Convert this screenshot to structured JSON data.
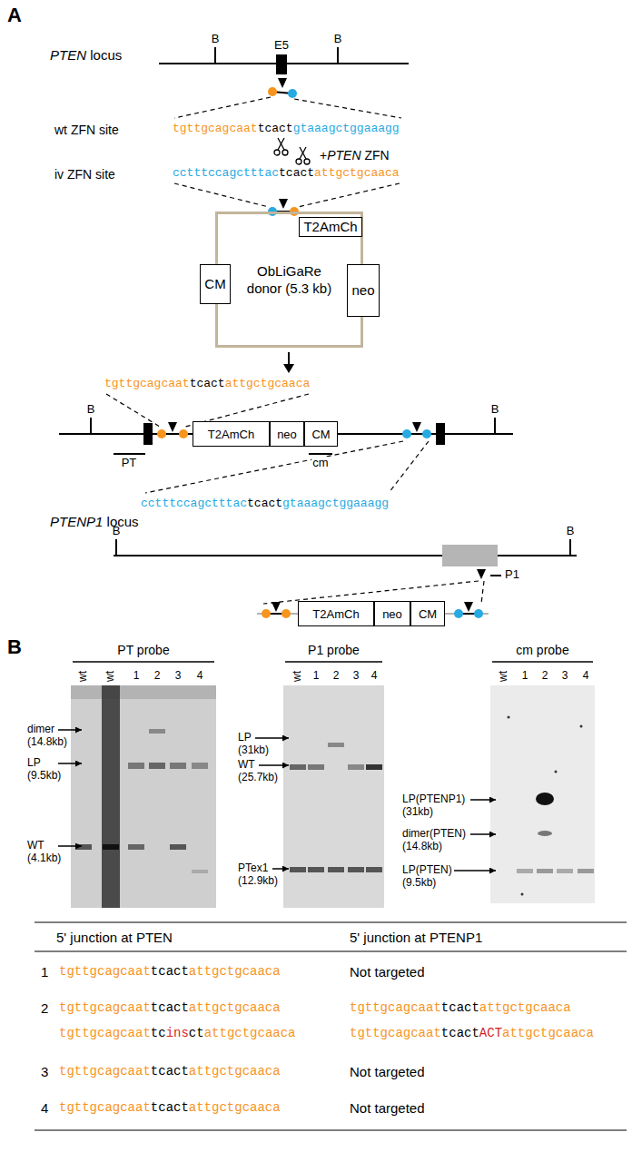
{
  "diagram": {
    "nodes": [
      {
        "text": [
          "E5"
        ]
      },
      {
        "text": [
          "ObLiGaRe donor (5.3 kb)"
        ]
      },
      {
        "text": [
          "T2AmCh"
        ],
        "in": 1
      },
      {
        "text": [
          "CM"
        ],
        "in": 1
      },
      {
        "text": [
          "neo"
        ],
        "in": 1
      },
      {
        "text": [
          "T2AmCh"
        ]
      },
      {
        "text": [
          "neo"
        ]
      },
      {
        "text": [
          "CM"
        ]
      },
      {
        "text": [
          "T2AmCh"
        ]
      },
      {
        "text": [
          "neo"
        ]
      },
      {
        "text": [
          "CM"
        ]
      },
      {
        "text": [
          "PT probe"
        ]
      },
      {
        "text": [
          "P1 probe"
        ]
      },
      {
        "text": [
          "cm probe"
        ]
      }
    ],
    "labels": [
      "A",
      "PTEN",
      "locus",
      "B",
      "B",
      "wt ZFN site",
      "tgttgcagcaat",
      "tcact",
      "gtaaagctggaaagg",
      "+",
      "PTEN",
      "ZFN",
      "iv ZFN site",
      "cctttccagctttac",
      "tcact",
      "attgctgcaaca",
      "tgttgcagcaat",
      "tcact",
      "attgctgcaaca",
      "B",
      "B",
      "PT",
      "cm",
      "cctttccagctttac",
      "tcact",
      "gtaaagctggaaagg",
      "PTENP1",
      "locus",
      "B",
      "B",
      "P1",
      "B",
      "wt",
      "wt",
      "1",
      "2",
      "3",
      "4",
      "dimer",
      "(14.8kb)",
      "LP",
      "(9.5kb)",
      "WT",
      "(4.1kb)",
      "wt",
      "1",
      "2",
      "3",
      "4",
      "LP",
      "(31kb)",
      "WT",
      "(25.7kb)",
      "PTex1",
      "(12.9kb)",
      "wt",
      "1",
      "2",
      "3",
      "4",
      "LP(PTENP1)",
      "(31kb)",
      "dimer(PTEN)",
      "(14.8kb)",
      "LP(PTEN)",
      "(9.5kb)",
      "5' junction at PTEN",
      "5' junction at PTENP1",
      "1",
      "tgttgcagcaat",
      "tcact",
      "attgctgcaaca",
      "Not targeted",
      "2",
      "tgttgcagcaat",
      "tcact",
      "attgctgcaaca",
      "tgttgcagcaat",
      "tcact",
      "attgctgcaaca",
      "tgttgcagcaat",
      "tc",
      "ins",
      "ct",
      "attgctgcaaca",
      "tgttgcagcaat",
      "tcact",
      "ACT",
      "attgctgcaaca",
      "3",
      "tgttgcagcaat",
      "tcact",
      "attgctgcaaca",
      "Not targeted",
      "4",
      "tgttgcagcaat",
      "tcact",
      "attgctgcaaca",
      "Not targeted"
    ]
  }
}
